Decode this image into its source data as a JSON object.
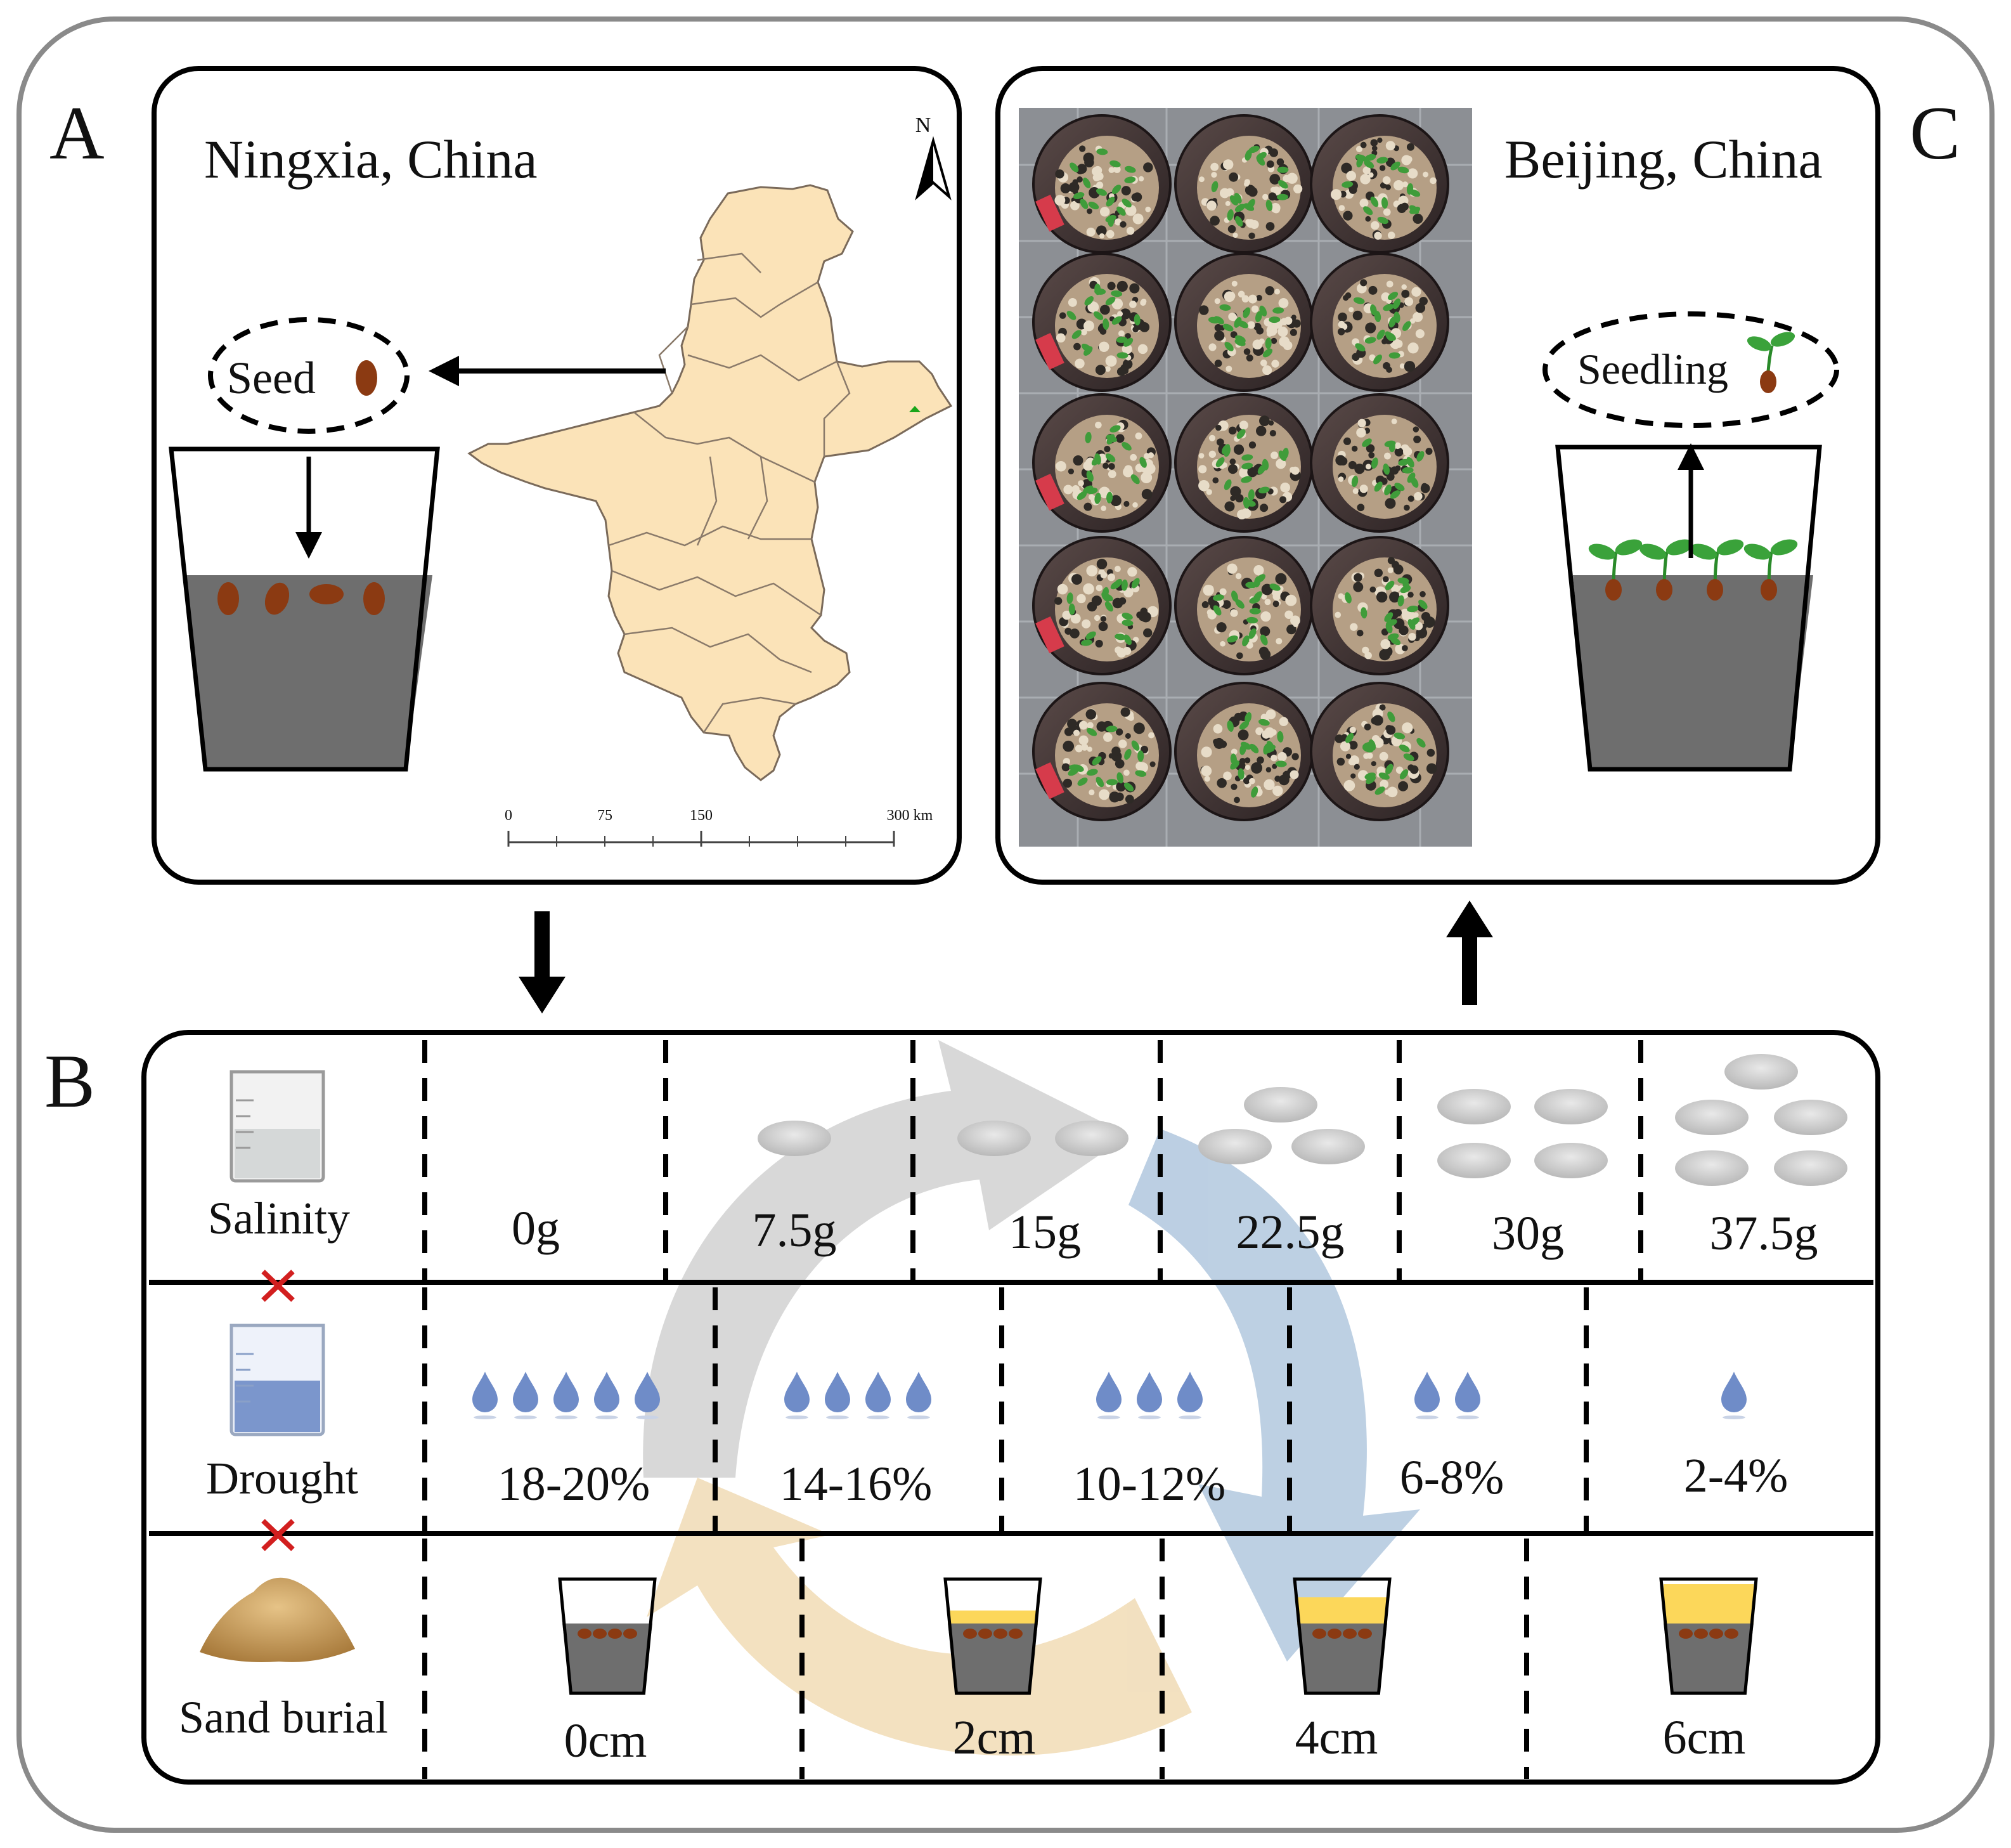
{
  "panels": {
    "a": {
      "letter": "A",
      "location": "Ningxia, China",
      "seed_label": "Seed",
      "north_label": "N",
      "scale_labels": [
        "0",
        "75",
        "150",
        "300 km"
      ]
    },
    "b": {
      "letter": "B",
      "rows": [
        {
          "label": "Salinity",
          "values": [
            "0g",
            "7.5g",
            "15g",
            "22.5g",
            "30g",
            "37.5g"
          ],
          "salt_piles": [
            0,
            1,
            2,
            3,
            4,
            5
          ]
        },
        {
          "label": "Drought",
          "values": [
            "18-20%",
            "14-16%",
            "10-12%",
            "6-8%",
            "2-4%"
          ],
          "drops": [
            5,
            4,
            3,
            2,
            1
          ]
        },
        {
          "label": "Sand burial",
          "values": [
            "0cm",
            "2cm",
            "4cm",
            "6cm"
          ],
          "sand_fill_fraction": [
            0,
            0.33,
            0.67,
            1
          ]
        }
      ]
    },
    "c": {
      "letter": "C",
      "location": "Beijing, China",
      "seedling_label": "Seedling"
    }
  },
  "colors": {
    "map_fill": "#fbe3b8",
    "soil": "#6e6e6e",
    "seed": "#8b3a12",
    "sand": "#fcd75a",
    "water_drop": "#6f8cc8",
    "salt": "#c8c8c8",
    "cycle_gray": "#d6d6d6",
    "cycle_blue": "#b9cde2",
    "cycle_tan": "#f2dfbd",
    "cross": "#d21f1f",
    "leaf": "#3aa23a"
  }
}
